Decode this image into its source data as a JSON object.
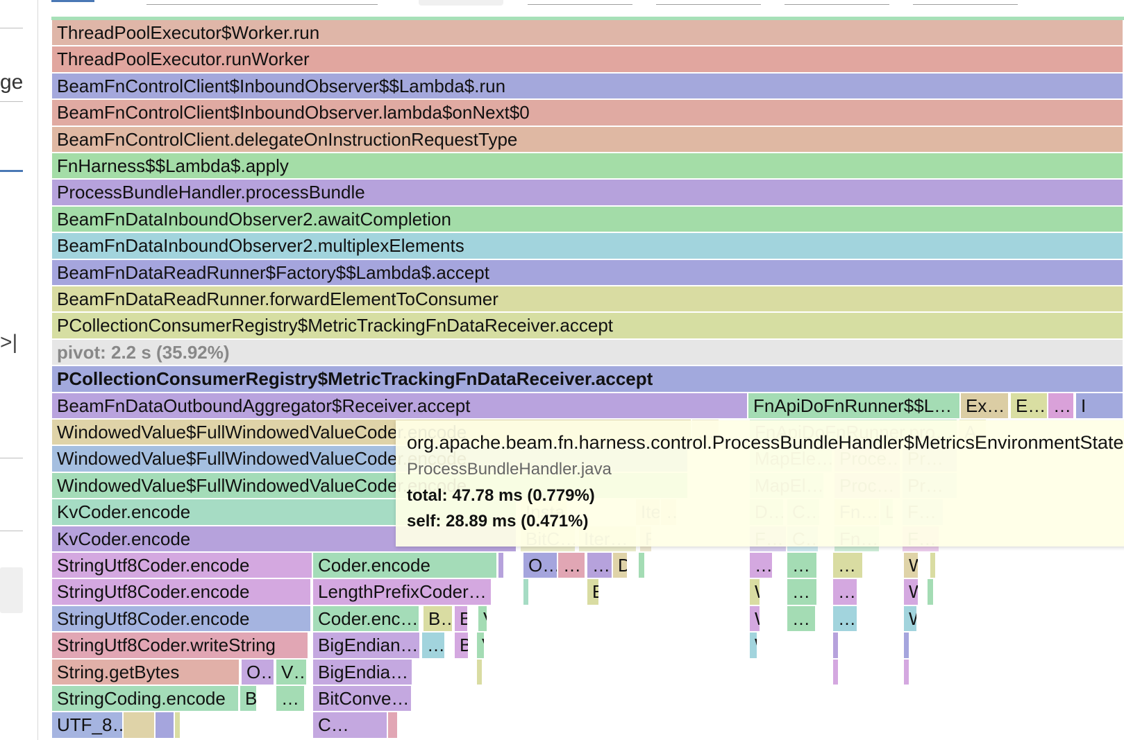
{
  "sidebar": {
    "partial_label": "ge",
    "collapse_icon": ">|"
  },
  "flame": {
    "rows": [
      [
        {
          "label": "ThreadPoolExecutor$Worker.run",
          "color": "#dfb6a8"
        }
      ],
      [
        {
          "label": "ThreadPoolExecutor.runWorker",
          "color": "#e1a69f"
        }
      ],
      [
        {
          "label": "BeamFnControlClient$InboundObserver$$Lambda$.run",
          "color": "#a4a8dc"
        }
      ],
      [
        {
          "label": "BeamFnControlClient$InboundObserver.lambda$onNext$0",
          "color": "#e0aaa2"
        }
      ],
      [
        {
          "label": "BeamFnControlClient.delegateOnInstructionRequestType",
          "color": "#dfb8a3"
        }
      ],
      [
        {
          "label": "FnHarness$$Lambda$.apply",
          "color": "#a4dda7"
        }
      ],
      [
        {
          "label": "ProcessBundleHandler.processBundle",
          "color": "#b6a2dc"
        }
      ],
      [
        {
          "label": "BeamFnDataInboundObserver2.awaitCompletion",
          "color": "#a3dca8"
        }
      ],
      [
        {
          "label": "BeamFnDataInboundObserver2.multiplexElements",
          "color": "#a2d4dd"
        }
      ],
      [
        {
          "label": "BeamFnDataReadRunner$Factory$$Lambda$.accept",
          "color": "#a5a5dd"
        }
      ],
      [
        {
          "label": "BeamFnDataReadRunner.forwardElementToConsumer",
          "color": "#d9dca2"
        }
      ],
      [
        {
          "label": "PCollectionConsumerRegistry$MetricTrackingFnDataReceiver.accept",
          "color": "#d6dea2"
        }
      ],
      [
        {
          "label": "pivot: 2.2 s (35.92%)",
          "kind": "pivot"
        }
      ],
      [
        {
          "label": "PCollectionConsumerRegistry$MetricTrackingFnDataReceiver.accept",
          "color": "#a2a9dd",
          "kind": "bold"
        }
      ],
      [
        {
          "label": "BeamFnDataOutboundAggregator$Receiver.accept",
          "color": "#b9a3de"
        },
        {
          "label": "FnApiDoFnRunner$$L…",
          "color": "#a4dcb4"
        },
        {
          "label": "Ex…",
          "color": "#dbcda4"
        },
        {
          "label": "E…",
          "color": "#d9dea2"
        },
        {
          "label": "…",
          "color": "#d9a1d9"
        },
        {
          "label": "I",
          "color": "#a2a9dd"
        }
      ],
      [
        {
          "label": "WindowedValue$FullWindowedValueCoder.encode",
          "color": "#dfd3a8"
        },
        {
          "label": "…",
          "color": "#dfd3a8",
          "faded": true
        },
        {
          "label": "FnApiDoFnRunner.pro…",
          "color": "#a4dcb4",
          "faded": true
        },
        {
          "label": "A",
          "color": "#d9dca2",
          "faded": true
        }
      ],
      [
        {
          "label": "WindowedValue$FullWindowedValueCoder.encode",
          "color": "#a5bfe0"
        },
        {
          "label": "MapEle…",
          "color": "#a8d8cc",
          "faded": true
        },
        {
          "label": "Proce…",
          "color": "#c4a8e0",
          "faded": true
        },
        {
          "label": "Pr…",
          "color": "#a5a5dd",
          "faded": true
        }
      ],
      [
        {
          "label": "WindowedValue$FullWindowedValueCoder.encode",
          "color": "#a4dcb8"
        },
        {
          "label": "MapEl…",
          "color": "#a8d8cc",
          "faded": true
        },
        {
          "label": "Proc…",
          "color": "#c4a8e0",
          "faded": true
        },
        {
          "label": "Pr…",
          "color": "#a2d4dd",
          "faded": true
        }
      ],
      [
        {
          "label": "KvCoder.encode",
          "color": "#a6dcc4"
        },
        {
          "label": "Insta…",
          "color": "#d9dca2",
          "faded": true
        },
        {
          "label": "Iter…",
          "color": "#dfd3a8",
          "faded": true
        },
        {
          "label": "…",
          "color": "#dfd3a8",
          "faded": true
        },
        {
          "label": "D…",
          "color": "#a4dcb4",
          "faded": true
        },
        {
          "label": "C…",
          "color": "#a4dcb4",
          "faded": true
        },
        {
          "label": "Fn…",
          "color": "#d9dca2",
          "faded": true
        },
        {
          "label": "L",
          "color": "#a4dcb4",
          "faded": true
        },
        {
          "label": "F…",
          "color": "#a2d4dd",
          "faded": true
        }
      ],
      [
        {
          "label": "KvCoder.encode",
          "color": "#b6a2dc"
        },
        {
          "label": "BitC…",
          "color": "#d9dca2",
          "faded": true
        },
        {
          "label": "Iter…",
          "color": "#d9dca2",
          "faded": true
        },
        {
          "label": "F",
          "color": "#dfd3a8",
          "faded": true
        },
        {
          "label": "F…",
          "color": "#b6a2dc",
          "faded": true
        },
        {
          "label": "C…",
          "color": "#a2d4dd",
          "faded": true
        },
        {
          "label": "Fn…",
          "color": "#a4dcb4",
          "faded": true
        },
        {
          "label": "F…",
          "color": "#d9a1d9",
          "faded": true
        }
      ],
      [
        {
          "label": "StringUtf8Coder.encode",
          "color": "#d4a8e0"
        },
        {
          "label": "Coder.encode",
          "color": "#a4dcb8"
        },
        {
          "label": "",
          "color": "#b6a2dc"
        },
        {
          "label": "O…",
          "color": "#a5a5dd"
        },
        {
          "label": "…",
          "color": "#e1a6b4"
        },
        {
          "label": "…",
          "color": "#b6a2dc"
        },
        {
          "label": "D",
          "color": "#dfd3a8"
        },
        {
          "label": "",
          "color": "#a4dcb4"
        },
        {
          "label": "…",
          "color": "#d4a8e0"
        },
        {
          "label": "…",
          "color": "#a4dcb4"
        },
        {
          "label": "…",
          "color": "#d9dca2"
        },
        {
          "label": "W",
          "color": "#dfd3a8"
        },
        {
          "label": "",
          "color": "#d9dca2"
        }
      ],
      [
        {
          "label": "StringUtf8Coder.encode",
          "color": "#d4a8e0"
        },
        {
          "label": "LengthPrefixCoder…",
          "color": "#d4a8e0"
        },
        {
          "label": "",
          "color": "#a6dcc4"
        },
        {
          "label": "E",
          "color": "#d9dca2"
        },
        {
          "label": "W",
          "color": "#d9dca2"
        },
        {
          "label": "…",
          "color": "#a4dcb4"
        },
        {
          "label": "…",
          "color": "#d4a8e0"
        },
        {
          "label": "W",
          "color": "#d4a8e0"
        },
        {
          "label": "",
          "color": "#a4dcb4"
        }
      ],
      [
        {
          "label": "StringUtf8Coder.encode",
          "color": "#a5b4e0"
        },
        {
          "label": "Coder.enc…",
          "color": "#a4dcb8"
        },
        {
          "label": "B…",
          "color": "#d9dca2"
        },
        {
          "label": "B",
          "color": "#d4a8e0"
        },
        {
          "label": "V",
          "color": "#a4dcb4"
        },
        {
          "label": "W",
          "color": "#d4a8e0"
        },
        {
          "label": "…",
          "color": "#a4dcb4"
        },
        {
          "label": "…",
          "color": "#a2d4dd"
        },
        {
          "label": "W",
          "color": "#a2d4dd"
        }
      ],
      [
        {
          "label": "StringUtf8Coder.writeString",
          "color": "#e1a6b4"
        },
        {
          "label": "BigEndian…",
          "color": "#c4a8e0"
        },
        {
          "label": "…",
          "color": "#a2d4dd"
        },
        {
          "label": "B",
          "color": "#d4a8e0"
        },
        {
          "label": "V",
          "color": "#a4dcb4"
        },
        {
          "label": "W",
          "color": "#a2d4dd"
        },
        {
          "label": "",
          "color": "#b6a2dc"
        },
        {
          "label": "",
          "color": "#a5a5dd"
        }
      ],
      [
        {
          "label": "String.getBytes",
          "color": "#e1b0a8"
        },
        {
          "label": "O…",
          "color": "#c4a8e0"
        },
        {
          "label": "V…",
          "color": "#a4dcb4"
        },
        {
          "label": "BigEndia…",
          "color": "#c4a8e0"
        },
        {
          "label": "",
          "color": "#d9dca2"
        },
        {
          "label": "",
          "color": "#d4a8e0"
        },
        {
          "label": "",
          "color": "#d4a8e0"
        }
      ],
      [
        {
          "label": "StringCoding.encode",
          "color": "#a4dcb8"
        },
        {
          "label": "B",
          "color": "#a4dcb8"
        },
        {
          "label": "…",
          "color": "#a4dcb4"
        },
        {
          "label": "BitConve…",
          "color": "#c4a8e0"
        }
      ],
      [
        {
          "label": "UTF_8…",
          "color": "#a5b4e0"
        },
        {
          "label": "",
          "color": "#dfd3a8"
        },
        {
          "label": "",
          "color": "#a5a5dd"
        },
        {
          "label": "",
          "color": "#d9dca2"
        },
        {
          "label": "C…",
          "color": "#c4a8e0"
        },
        {
          "label": "",
          "color": "#e1a6b4"
        }
      ]
    ]
  },
  "tooltip": {
    "function_name": "org.apache.beam.fn.harness.control.ProcessBundleHandler$MetricsEnvironmentStateForBundle.activate",
    "file_name": "ProcessBundleHandler.java",
    "total": "total: 47.78 ms (0.779%)",
    "self": "self: 28.89 ms (0.471%)"
  }
}
